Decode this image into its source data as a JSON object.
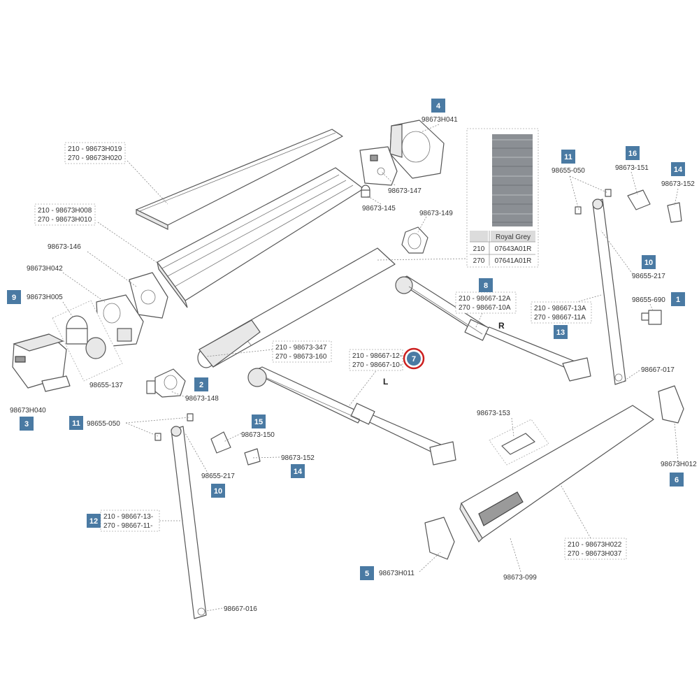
{
  "badges": [
    {
      "id": "b4",
      "num": "4"
    },
    {
      "id": "b9",
      "num": "9"
    },
    {
      "id": "b3",
      "num": "3"
    },
    {
      "id": "b2",
      "num": "2"
    },
    {
      "id": "b8",
      "num": "8"
    },
    {
      "id": "b7",
      "num": "7"
    },
    {
      "id": "b11a",
      "num": "11"
    },
    {
      "id": "b16",
      "num": "16"
    },
    {
      "id": "b14a",
      "num": "14"
    },
    {
      "id": "b10a",
      "num": "10"
    },
    {
      "id": "b1",
      "num": "1"
    },
    {
      "id": "b13",
      "num": "13"
    },
    {
      "id": "b11b",
      "num": "11"
    },
    {
      "id": "b15",
      "num": "15"
    },
    {
      "id": "b10b",
      "num": "10"
    },
    {
      "id": "b14b",
      "num": "14"
    },
    {
      "id": "b12",
      "num": "12"
    },
    {
      "id": "b6",
      "num": "6"
    },
    {
      "id": "b5",
      "num": "5"
    }
  ],
  "labels": {
    "p4": "98673H041",
    "p147": "98673-147",
    "p145": "98673-145",
    "p149": "98673-149",
    "p146": "98673-146",
    "pH042": "98673H042",
    "pH005": "98673H005",
    "p137": "98655-137",
    "pH040": "98673H040",
    "p148": "98673-148",
    "p050a": "98655-050",
    "p150": "98673-150",
    "p152b": "98673-152",
    "p217b": "98655-217",
    "p016": "98667-016",
    "p153": "98673-153",
    "pH011": "98673H011",
    "p099": "98673-099",
    "pH012": "98673H012",
    "p017": "98667-017",
    "p690": "98655-690",
    "p217a": "98655-217",
    "p050b": "98655-050",
    "p151": "98673-151",
    "p152a": "98673-152",
    "sideR": "R",
    "sideL": "L"
  },
  "callouts": {
    "c1": [
      "210 - 98673H019",
      "270 - 98673H020"
    ],
    "c2": [
      "210 - 98673H008",
      "270 - 98673H010"
    ],
    "c3": [
      "210 - 98673-347",
      "270 - 98673-160"
    ],
    "c4": [
      "210 - 98667-12-",
      "270 - 98667-10-"
    ],
    "c5": [
      "210 - 98667-12A",
      "270 - 98667-10A"
    ],
    "c6": [
      "210 - 98667-13A",
      "270 - 98667-11A"
    ],
    "c7": [
      "210 - 98667-13-",
      "270 - 98667-11-"
    ],
    "c8": [
      "210 - 98673H022",
      "270 - 98673H037"
    ]
  },
  "fabric_table": {
    "header": "Royal Grey",
    "rows": [
      {
        "size": "210",
        "code": "07643A01R"
      },
      {
        "size": "270",
        "code": "07641A01R"
      }
    ]
  },
  "colors": {
    "badge": "#4a7aa3",
    "highlight_ring": "#cc1f1f"
  }
}
